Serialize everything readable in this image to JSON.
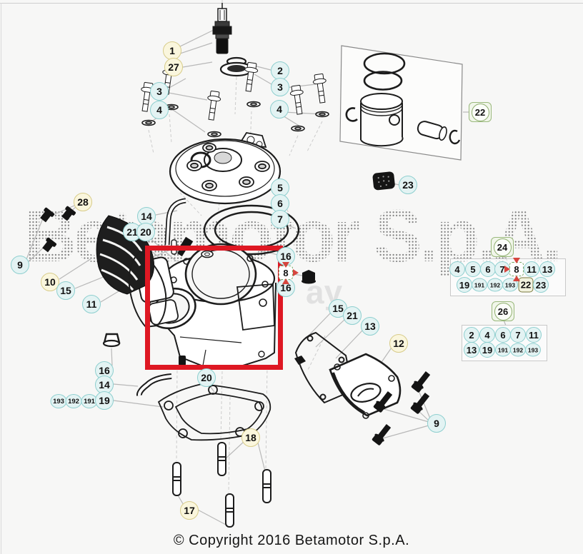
{
  "diagram": {
    "watermark": "Betamotor S.p.A.",
    "watermark_echo": "ay",
    "copyright": "© Copyright 2016 Betamotor S.p.A."
  },
  "colors": {
    "background": "#f7f7f6",
    "teal_border": "#8ecfcf",
    "teal_fill": "#e3f3f3",
    "yellow_border": "#d8cc8a",
    "yellow_fill": "#faf6dd",
    "green_border": "#9ab97c",
    "green_fill": "#f1f6ea",
    "highlight_red": "#de1823",
    "arrow_red": "#d6463e",
    "leader_line": "#b8b8b8"
  },
  "callouts": {
    "c1": "1",
    "c27": "27",
    "c2": "2",
    "c3l": "3",
    "c3r": "3",
    "c4l": "4",
    "c4r": "4",
    "c22": "22",
    "c23": "23",
    "c5": "5",
    "c6": "6",
    "c7": "7",
    "c14a": "14",
    "c21a": "21",
    "c20a": "20",
    "c28": "28",
    "c9l": "9",
    "c10": "10",
    "c15a": "15",
    "c11": "11",
    "c16a": "16",
    "c8a": "8",
    "c16b": "16",
    "c15b": "15",
    "c21b": "21",
    "c13a": "13",
    "c12": "12",
    "c24": "24",
    "c26": "26",
    "c16c": "16",
    "c14b": "14",
    "c193a": "193",
    "c192a": "192",
    "c191a": "191",
    "c19a": "19",
    "c20b": "20",
    "c18": "18",
    "c17": "17",
    "c9r": "9"
  },
  "ref_groups": {
    "g24": {
      "ref": "24",
      "row1": [
        "4",
        "5",
        "6",
        "7",
        "8",
        "11",
        "13"
      ],
      "row2": [
        "19",
        "191",
        "192",
        "193",
        "22",
        "23"
      ]
    },
    "g26": {
      "ref": "26",
      "row1": [
        "2",
        "4",
        "6",
        "7",
        "11"
      ],
      "row2": [
        "13",
        "19",
        "191",
        "192",
        "193"
      ]
    }
  }
}
